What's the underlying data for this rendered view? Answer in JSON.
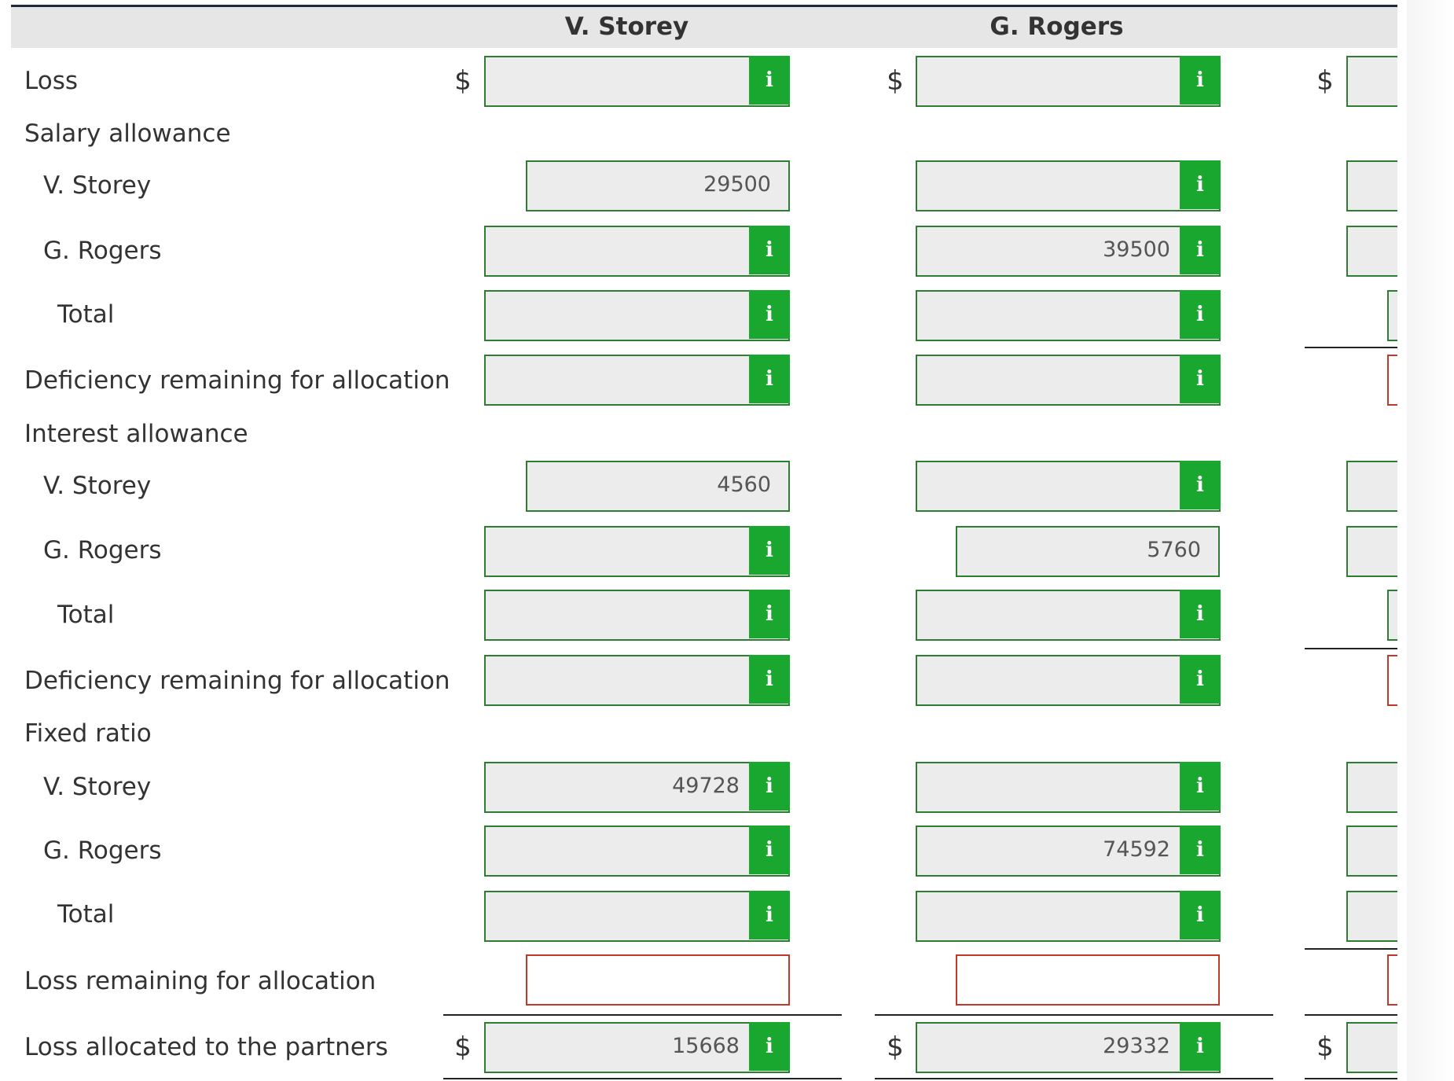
{
  "header": {
    "columns": [
      "V. Storey",
      "G. Rogers"
    ]
  },
  "rows": [
    {
      "label": "Loss"
    },
    {
      "label": "Salary allowance"
    },
    {
      "label": "V. Storey"
    },
    {
      "label": "G. Rogers"
    },
    {
      "label": "Total"
    },
    {
      "label": "Deficiency remaining for allocation"
    },
    {
      "label": "Interest allowance"
    },
    {
      "label": "V. Storey"
    },
    {
      "label": "G. Rogers"
    },
    {
      "label": "Total"
    },
    {
      "label": "Deficiency remaining for allocation"
    },
    {
      "label": "Fixed ratio"
    },
    {
      "label": "V. Storey"
    },
    {
      "label": "G. Rogers"
    },
    {
      "label": "Total"
    },
    {
      "label": "Loss remaining for allocation"
    },
    {
      "label": "Loss allocated to the partners"
    }
  ],
  "currency_symbol": "$",
  "info_icon": "i",
  "values": {
    "storey_salary_storey": "29500",
    "rogers_salary_rogers": "39500",
    "storey_interest_storey": "4560",
    "rogers_interest_rogers": "5760",
    "storey_fixed_storey": "49728",
    "rogers_fixed_rogers": "74592",
    "storey_allocated": "15668",
    "rogers_allocated": "29332"
  },
  "colors": {
    "field_border": "#2f7d32",
    "info_button": "#1aa730",
    "error_border": "#c0392b",
    "header_band": "#e6e6e6"
  }
}
